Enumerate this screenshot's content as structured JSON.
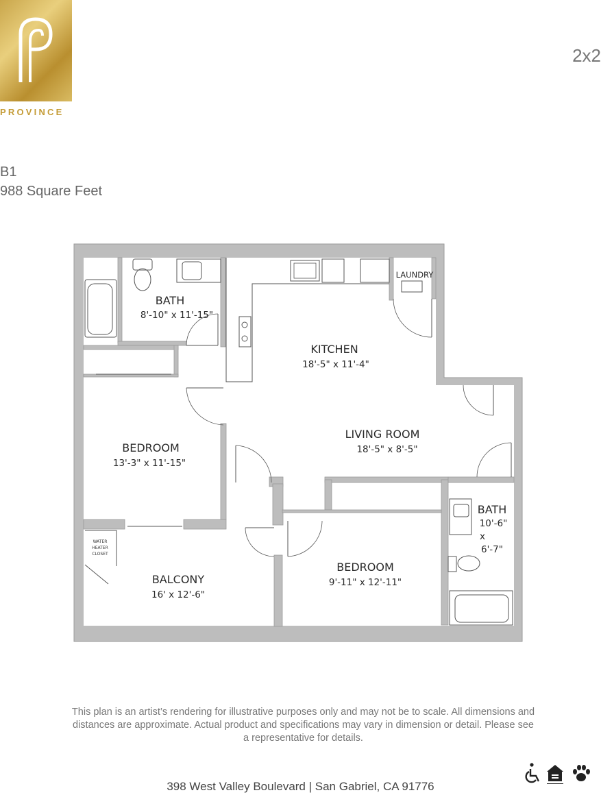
{
  "brand": {
    "name": "PROVINCE",
    "color": "#c49b35"
  },
  "unit": {
    "type": "2x2",
    "plan": "B1",
    "area": "988 Square Feet"
  },
  "rooms": {
    "bath1": {
      "label": "BATH",
      "dims": "8'-10\" x 11'-15\""
    },
    "laundry": {
      "label": "LAUNDRY"
    },
    "kitchen": {
      "label": "KITCHEN",
      "dims": "18'-5\" x 11'-4\""
    },
    "bedroom1": {
      "label": "BEDROOM",
      "dims": "13'-3\" x 11'-15\""
    },
    "living": {
      "label": "LIVING ROOM",
      "dims": "18'-5\" x 8'-5\""
    },
    "bath2": {
      "label": "BATH",
      "dims_w": "10'-6\"",
      "dims_x": "x",
      "dims_h": "6'-7\""
    },
    "water_heater": {
      "line1": "WATER",
      "line2": "HEATER",
      "line3": "CLOSET"
    },
    "balcony": {
      "label": "BALCONY",
      "dims": "16' x 12'-6\""
    },
    "bedroom2": {
      "label": "BEDROOM",
      "dims": "9'-11\" x 12'-11\""
    }
  },
  "disclaimer": "This plan is an artist’s rendering for illustrative purposes only and may not be to scale. All dimensions and distances are approximate. Actual product and specifications may vary in dimension or detail. Please see a  representative for details.",
  "address": "398 West Valley Boulevard  |  San Gabriel, CA 91776",
  "icons": [
    "accessibility-icon",
    "equal-housing-icon",
    "pet-paw-icon"
  ]
}
